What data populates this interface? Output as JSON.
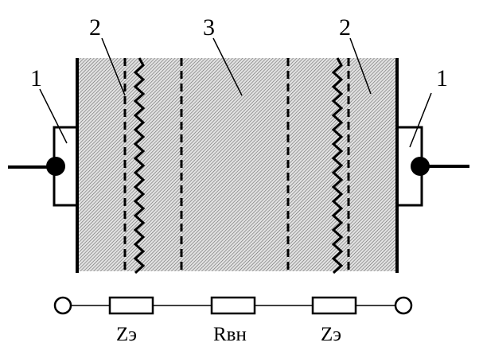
{
  "callouts": {
    "electrode_left": "1",
    "electrode_right": "1",
    "layer_left": "2",
    "layer_right": "2",
    "center": "3"
  },
  "equivalent_circuit": {
    "element_left": "Zэ",
    "element_center": "Rвн",
    "element_right": "Zэ"
  },
  "colors": {
    "ink": "#000000",
    "hatch_light": "#e2e2e2",
    "hatch_dark": "#6a6a6a"
  }
}
